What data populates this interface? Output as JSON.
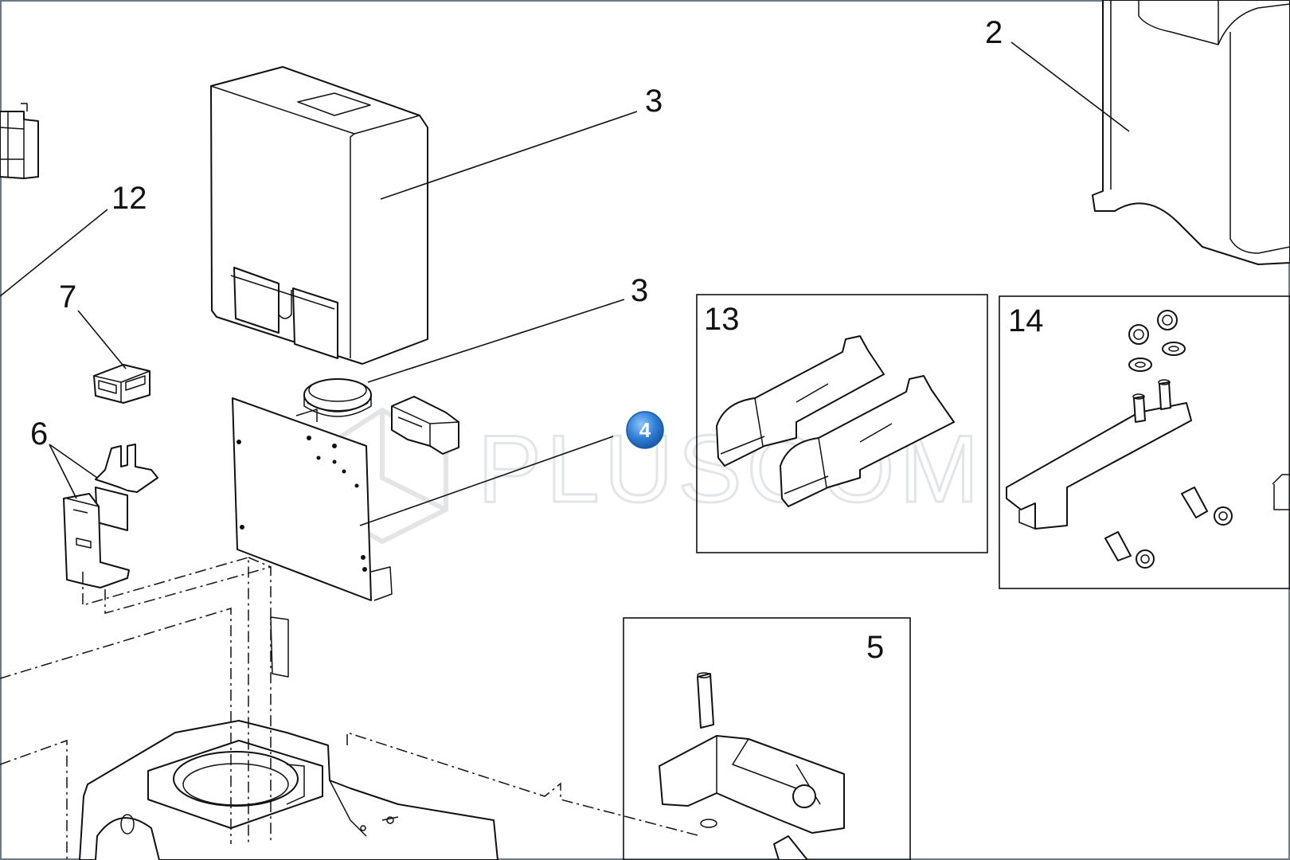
{
  "watermark": "PLUSCOM",
  "callouts": [
    "2",
    "3",
    "3",
    "12",
    "7",
    "6",
    "13",
    "14",
    "5"
  ],
  "highlight_badge": {
    "label": "4",
    "color": "#2f7fd6"
  },
  "colors": {
    "line": "#111111",
    "background": "#ffffff",
    "watermark": "#dfe3e6"
  }
}
